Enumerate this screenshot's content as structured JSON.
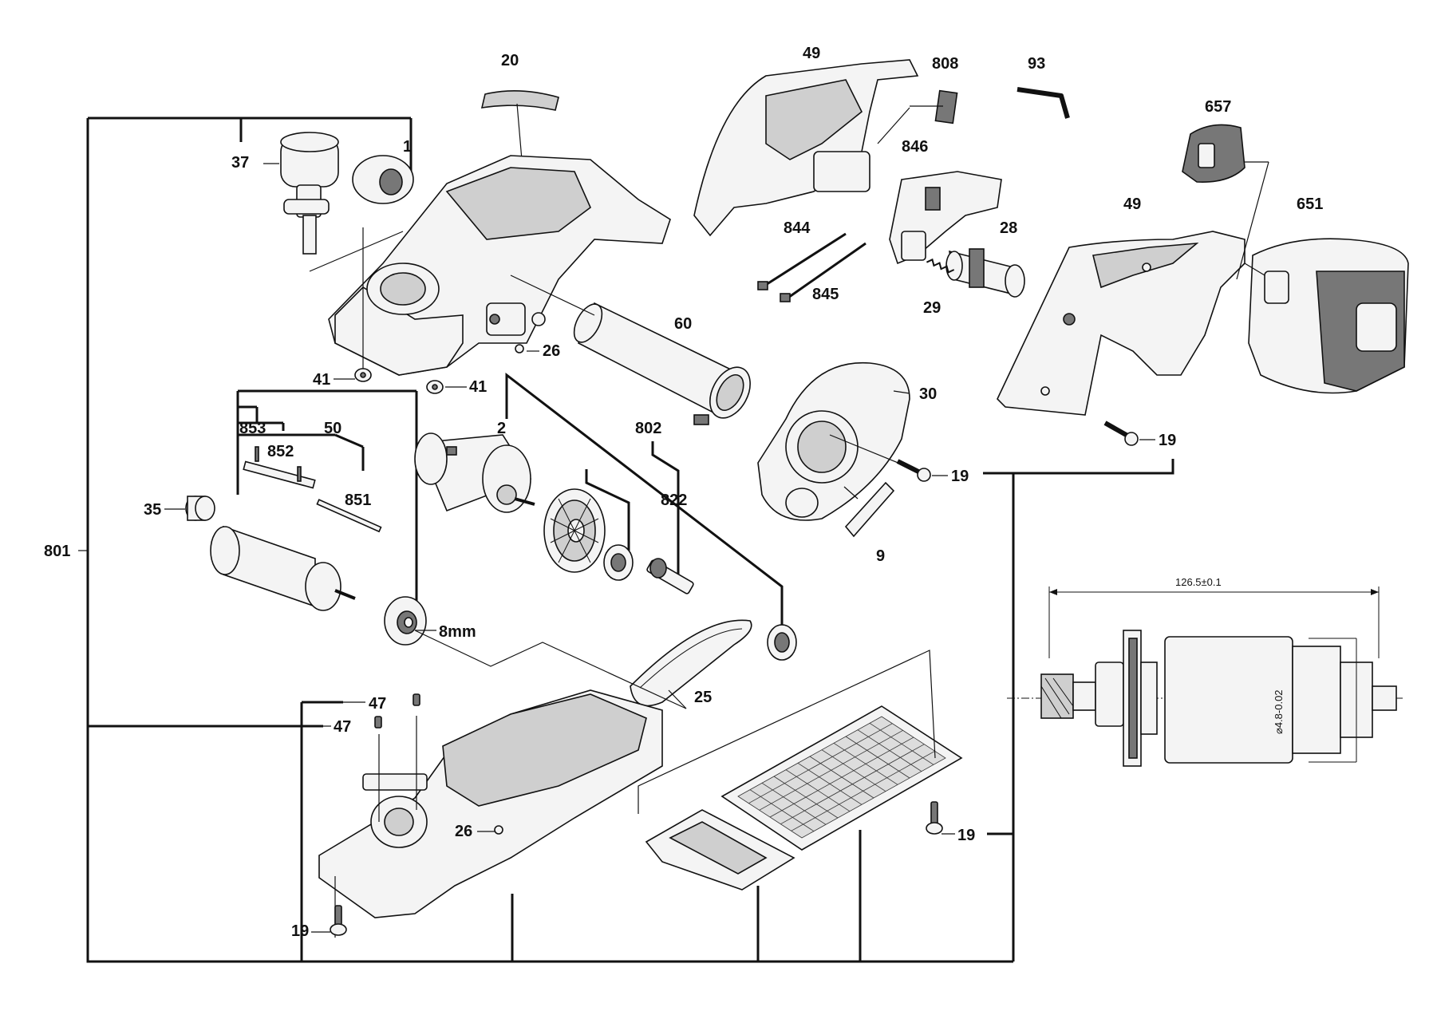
{
  "diagram": {
    "part_labels": {
      "p20": "20",
      "p49a": "49",
      "p808": "808",
      "p93": "93",
      "p657": "657",
      "p37": "37",
      "p1": "1",
      "p846": "846",
      "p49b": "49",
      "p651": "651",
      "p844": "844",
      "p28": "28",
      "p845": "845",
      "p29": "29",
      "p60": "60",
      "p26a": "26",
      "p41a": "41",
      "p41b": "41",
      "p30": "30",
      "p19a": "19",
      "p853": "853",
      "p50": "50",
      "p2": "2",
      "p802": "802",
      "p19b": "19",
      "p852": "852",
      "p35": "35",
      "p851": "851",
      "p822": "822",
      "p9": "9",
      "p801": "801",
      "p8mm": "8mm",
      "p25": "25",
      "p47a": "47",
      "p47b": "47",
      "p26b": "26",
      "p19c": "19",
      "p19d": "19"
    },
    "motor_detail": {
      "length_dimension": "126.5±0.1",
      "diameter_dimension": "⌀4.8-0.02"
    }
  }
}
